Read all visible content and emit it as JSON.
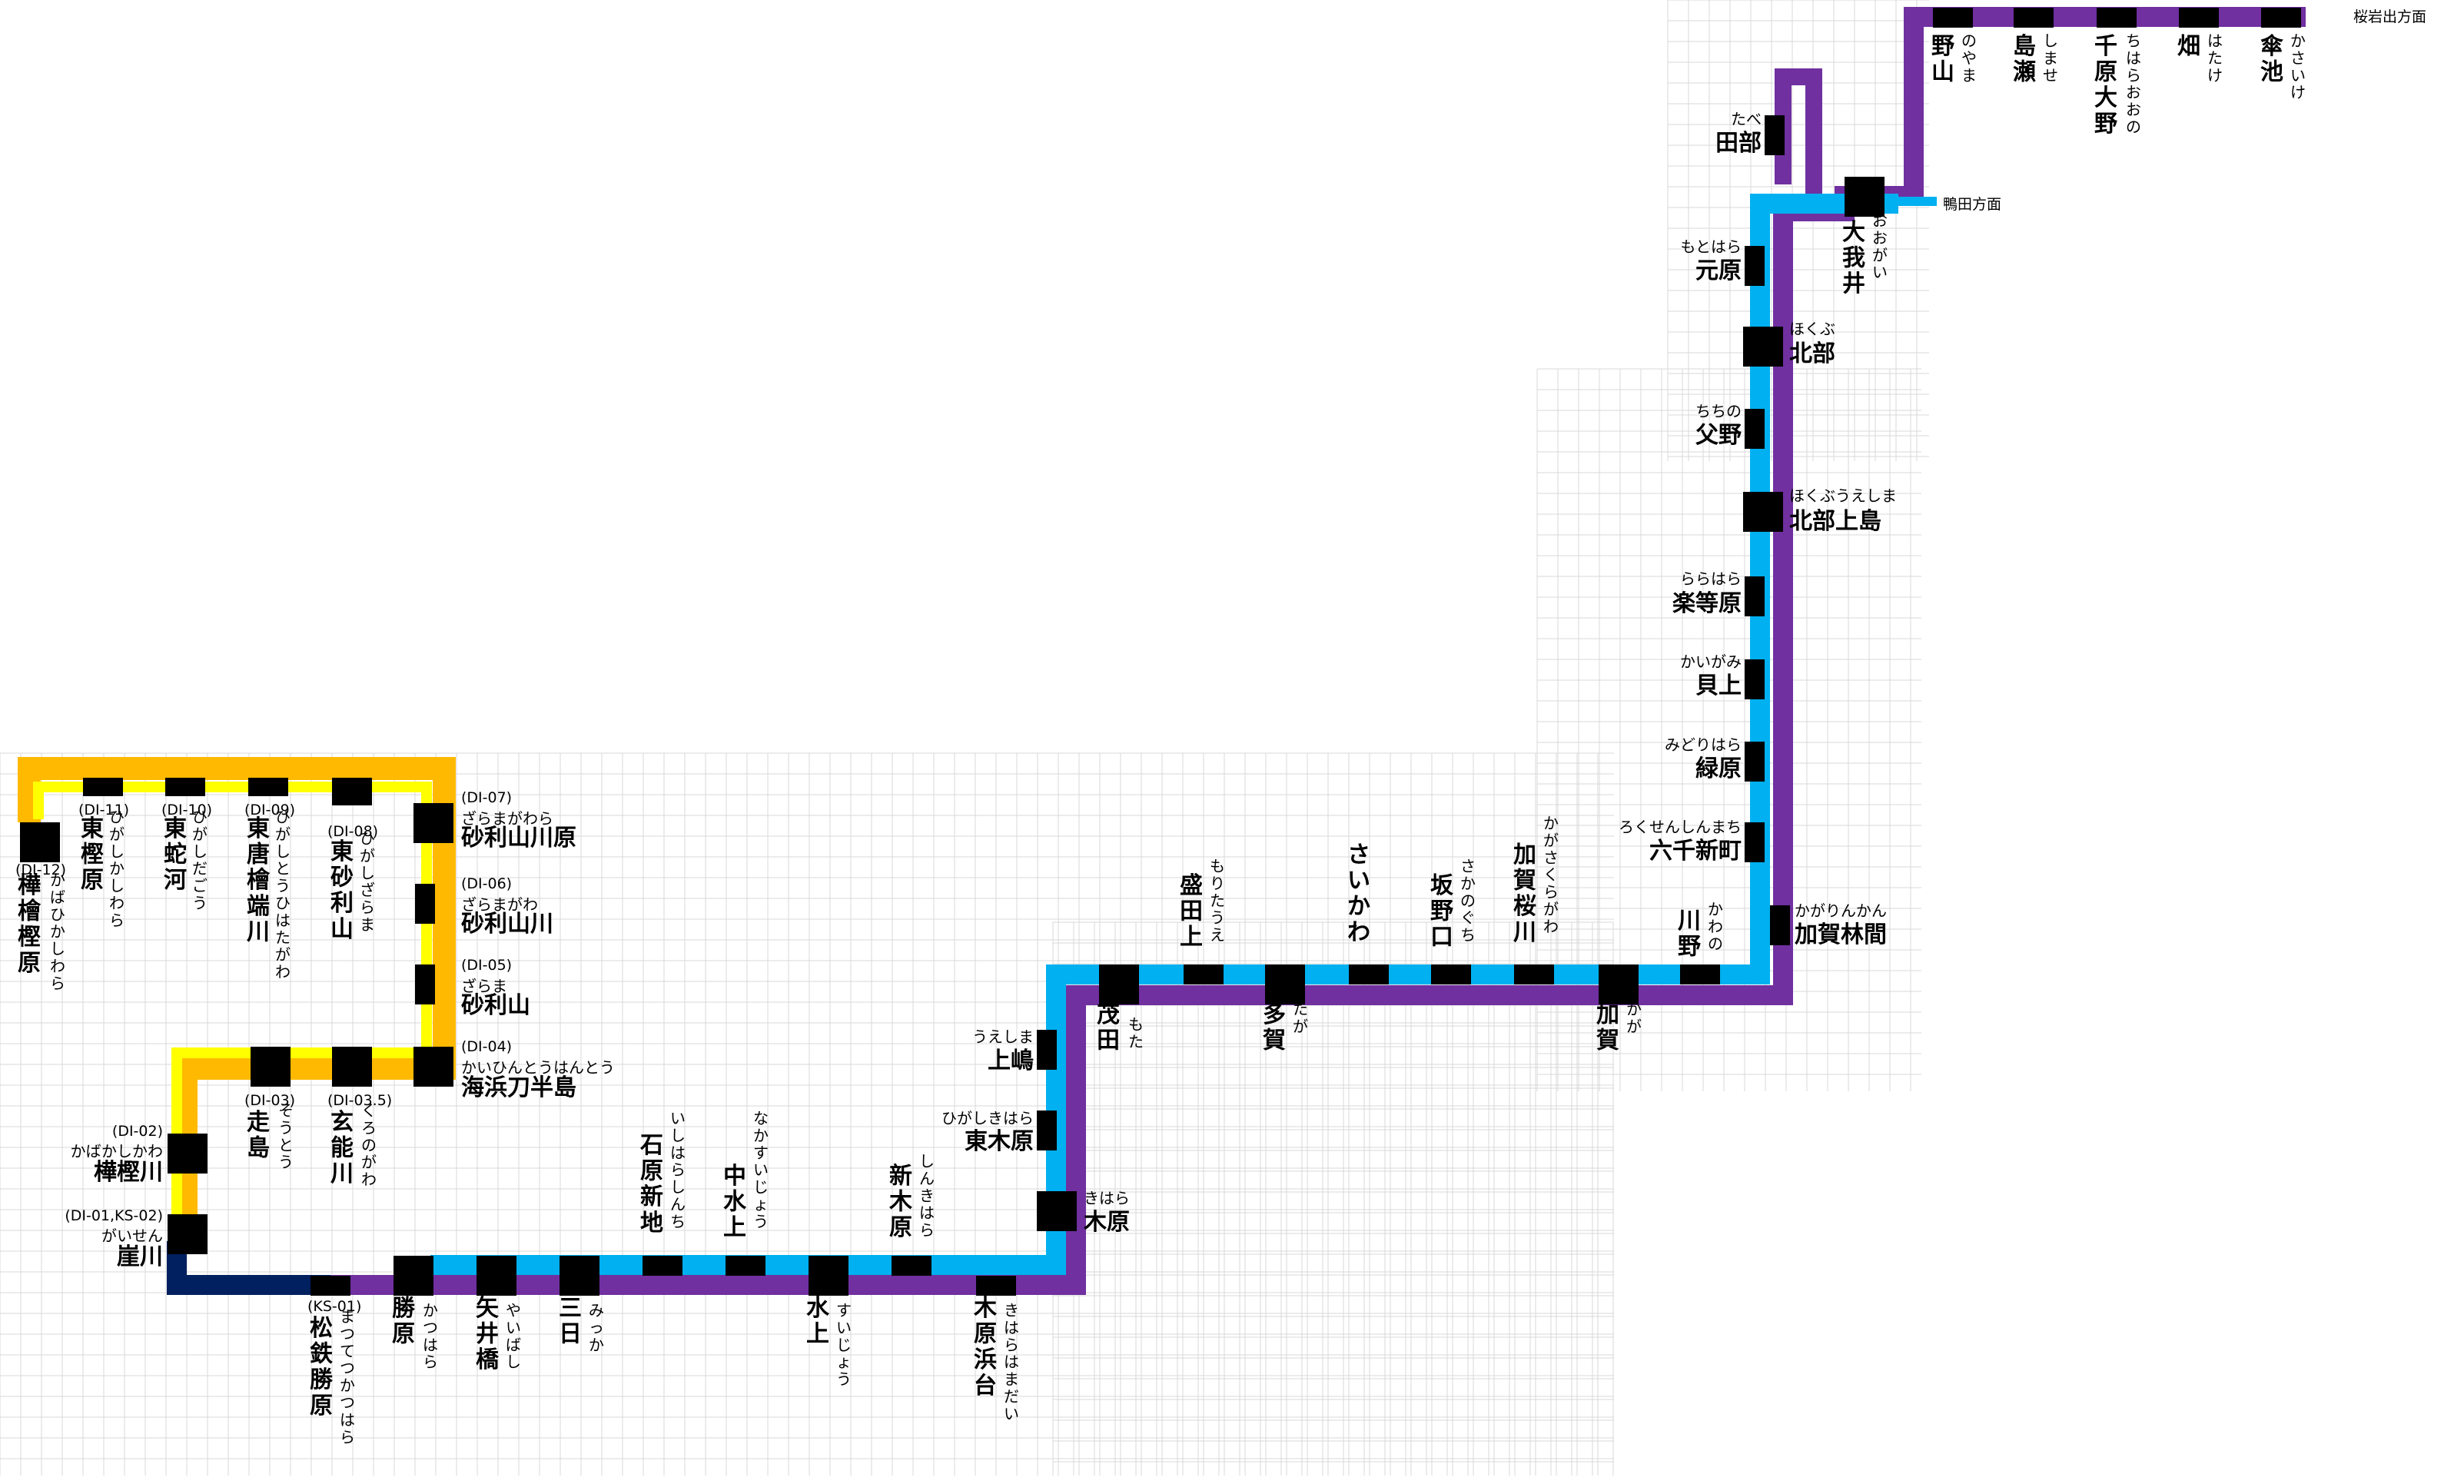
{
  "colors": {
    "yellow": "#ffff00",
    "orange": "#ffb900",
    "purple": "#7030a0",
    "cyan": "#00b0f0",
    "navy": "#002060",
    "station": "#000000",
    "grid": "#d9d9d9"
  },
  "directions": {
    "sakuraiwade": "桜岩出方面",
    "kamoda": "鴨田方面"
  },
  "stations": [
    {
      "id": "kabahikashiwara",
      "name": "樺檜樫原",
      "kana": "かばひかしわら",
      "code": "(DI-12)"
    },
    {
      "id": "higashikashiwara",
      "name": "東樫原",
      "kana": "ひがしかしわら",
      "code": "(DI-11)"
    },
    {
      "id": "higashidagou",
      "name": "東蛇河",
      "kana": "ひがしだごう",
      "code": "(DI-10)"
    },
    {
      "id": "higashitouhitagawa",
      "name": "東唐檜端川",
      "kana": "ひがしとうひはたがわ",
      "code": "(DI-09)"
    },
    {
      "id": "higashizarama",
      "name": "東砂利山",
      "kana": "ひがしざらま",
      "code": "(DI-08)"
    },
    {
      "id": "zaramagawara",
      "name": "砂利山川原",
      "kana": "ざらまがわら",
      "code": "(DI-07)"
    },
    {
      "id": "zaramagawa",
      "name": "砂利山川",
      "kana": "ざらまがわ",
      "code": "(DI-06)"
    },
    {
      "id": "zarama",
      "name": "砂利山",
      "kana": "ざらま",
      "code": "(DI-05)"
    },
    {
      "id": "kaihin",
      "name": "海浜刀半島",
      "kana": "かいひんとうはんとう",
      "code": "(DI-04)"
    },
    {
      "id": "soutou",
      "name": "走島",
      "kana": "そうとう",
      "code": "(DI-03)"
    },
    {
      "id": "kuronogawa",
      "name": "玄能川",
      "kana": "くろのがわ",
      "code": "(DI-03.5)"
    },
    {
      "id": "kabakashigawa",
      "name": "樺樫川",
      "kana": "かばかしかわ",
      "code": "(DI-02)"
    },
    {
      "id": "gaisen",
      "name": "崖川",
      "kana": "がいせん",
      "code": "(DI-01,KS-02)"
    },
    {
      "id": "matsutetsu",
      "name": "松鉄勝原",
      "kana": "まつてつかつはら",
      "code": "(KS-01)"
    },
    {
      "id": "katsuhara",
      "name": "勝原",
      "kana": "かつはら",
      "code": ""
    },
    {
      "id": "yaibashi",
      "name": "矢井橋",
      "kana": "やいばし",
      "code": ""
    },
    {
      "id": "mikka",
      "name": "三日",
      "kana": "みっか",
      "code": ""
    },
    {
      "id": "ishiharashinchi",
      "name": "石原新地",
      "kana": "いしはらしんち",
      "code": ""
    },
    {
      "id": "nakasuijou",
      "name": "中水上",
      "kana": "なかすいじょう",
      "code": ""
    },
    {
      "id": "suijou",
      "name": "水上",
      "kana": "すいじょう",
      "code": ""
    },
    {
      "id": "shinkihara",
      "name": "新木原",
      "kana": "しんきはら",
      "code": ""
    },
    {
      "id": "kiharahamadai",
      "name": "木原浜台",
      "kana": "きはらはまだい",
      "code": ""
    },
    {
      "id": "kihara",
      "name": "木原",
      "kana": "きはら",
      "code": ""
    },
    {
      "id": "higashikihara",
      "name": "東木原",
      "kana": "ひがしきはら",
      "code": ""
    },
    {
      "id": "ueshima",
      "name": "上嶋",
      "kana": "うえしま",
      "code": ""
    },
    {
      "id": "mota",
      "name": "茂田",
      "kana": "もた",
      "code": ""
    },
    {
      "id": "moritaue",
      "name": "盛田上",
      "kana": "もりたうえ",
      "code": ""
    },
    {
      "id": "taga",
      "name": "多賀",
      "kana": "たが",
      "code": ""
    },
    {
      "id": "saikawa",
      "name": "さいかわ",
      "kana": "",
      "code": ""
    },
    {
      "id": "sakanoguchi",
      "name": "坂野口",
      "kana": "さかのぐち",
      "code": ""
    },
    {
      "id": "kagasakuragawa",
      "name": "加賀桜川",
      "kana": "かがさくらがわ",
      "code": ""
    },
    {
      "id": "kaga",
      "name": "加賀",
      "kana": "かが",
      "code": ""
    },
    {
      "id": "kawano",
      "name": "川野",
      "kana": "かわの",
      "code": ""
    },
    {
      "id": "kagarinkan",
      "name": "加賀林間",
      "kana": "かがりんかん",
      "code": ""
    },
    {
      "id": "rokusen",
      "name": "六千新町",
      "kana": "ろくせんしんまち",
      "code": ""
    },
    {
      "id": "midorihara",
      "name": "緑原",
      "kana": "みどりはら",
      "code": ""
    },
    {
      "id": "kaigami",
      "name": "貝上",
      "kana": "かいがみ",
      "code": ""
    },
    {
      "id": "rarahara",
      "name": "楽等原",
      "kana": "ららはら",
      "code": ""
    },
    {
      "id": "hokubuueshima",
      "name": "北部上島",
      "kana": "ほくぶうえしま",
      "code": ""
    },
    {
      "id": "chichino",
      "name": "父野",
      "kana": "ちちの",
      "code": ""
    },
    {
      "id": "hokubu",
      "name": "北部",
      "kana": "ほくぶ",
      "code": ""
    },
    {
      "id": "motohara",
      "name": "元原",
      "kana": "もとはら",
      "code": ""
    },
    {
      "id": "oogai",
      "name": "大我井",
      "kana": "おおがい",
      "code": ""
    },
    {
      "id": "tabe",
      "name": "田部",
      "kana": "たべ",
      "code": ""
    },
    {
      "id": "noyama",
      "name": "野山",
      "kana": "のやま",
      "code": ""
    },
    {
      "id": "shimase",
      "name": "島瀬",
      "kana": "しませ",
      "code": ""
    },
    {
      "id": "chiharaoono",
      "name": "千原大野",
      "kana": "ちはらおおの",
      "code": ""
    },
    {
      "id": "hatake",
      "name": "畑",
      "kana": "はたけ",
      "code": ""
    },
    {
      "id": "kasaike",
      "name": "傘池",
      "kana": "かさいけ",
      "code": ""
    }
  ]
}
